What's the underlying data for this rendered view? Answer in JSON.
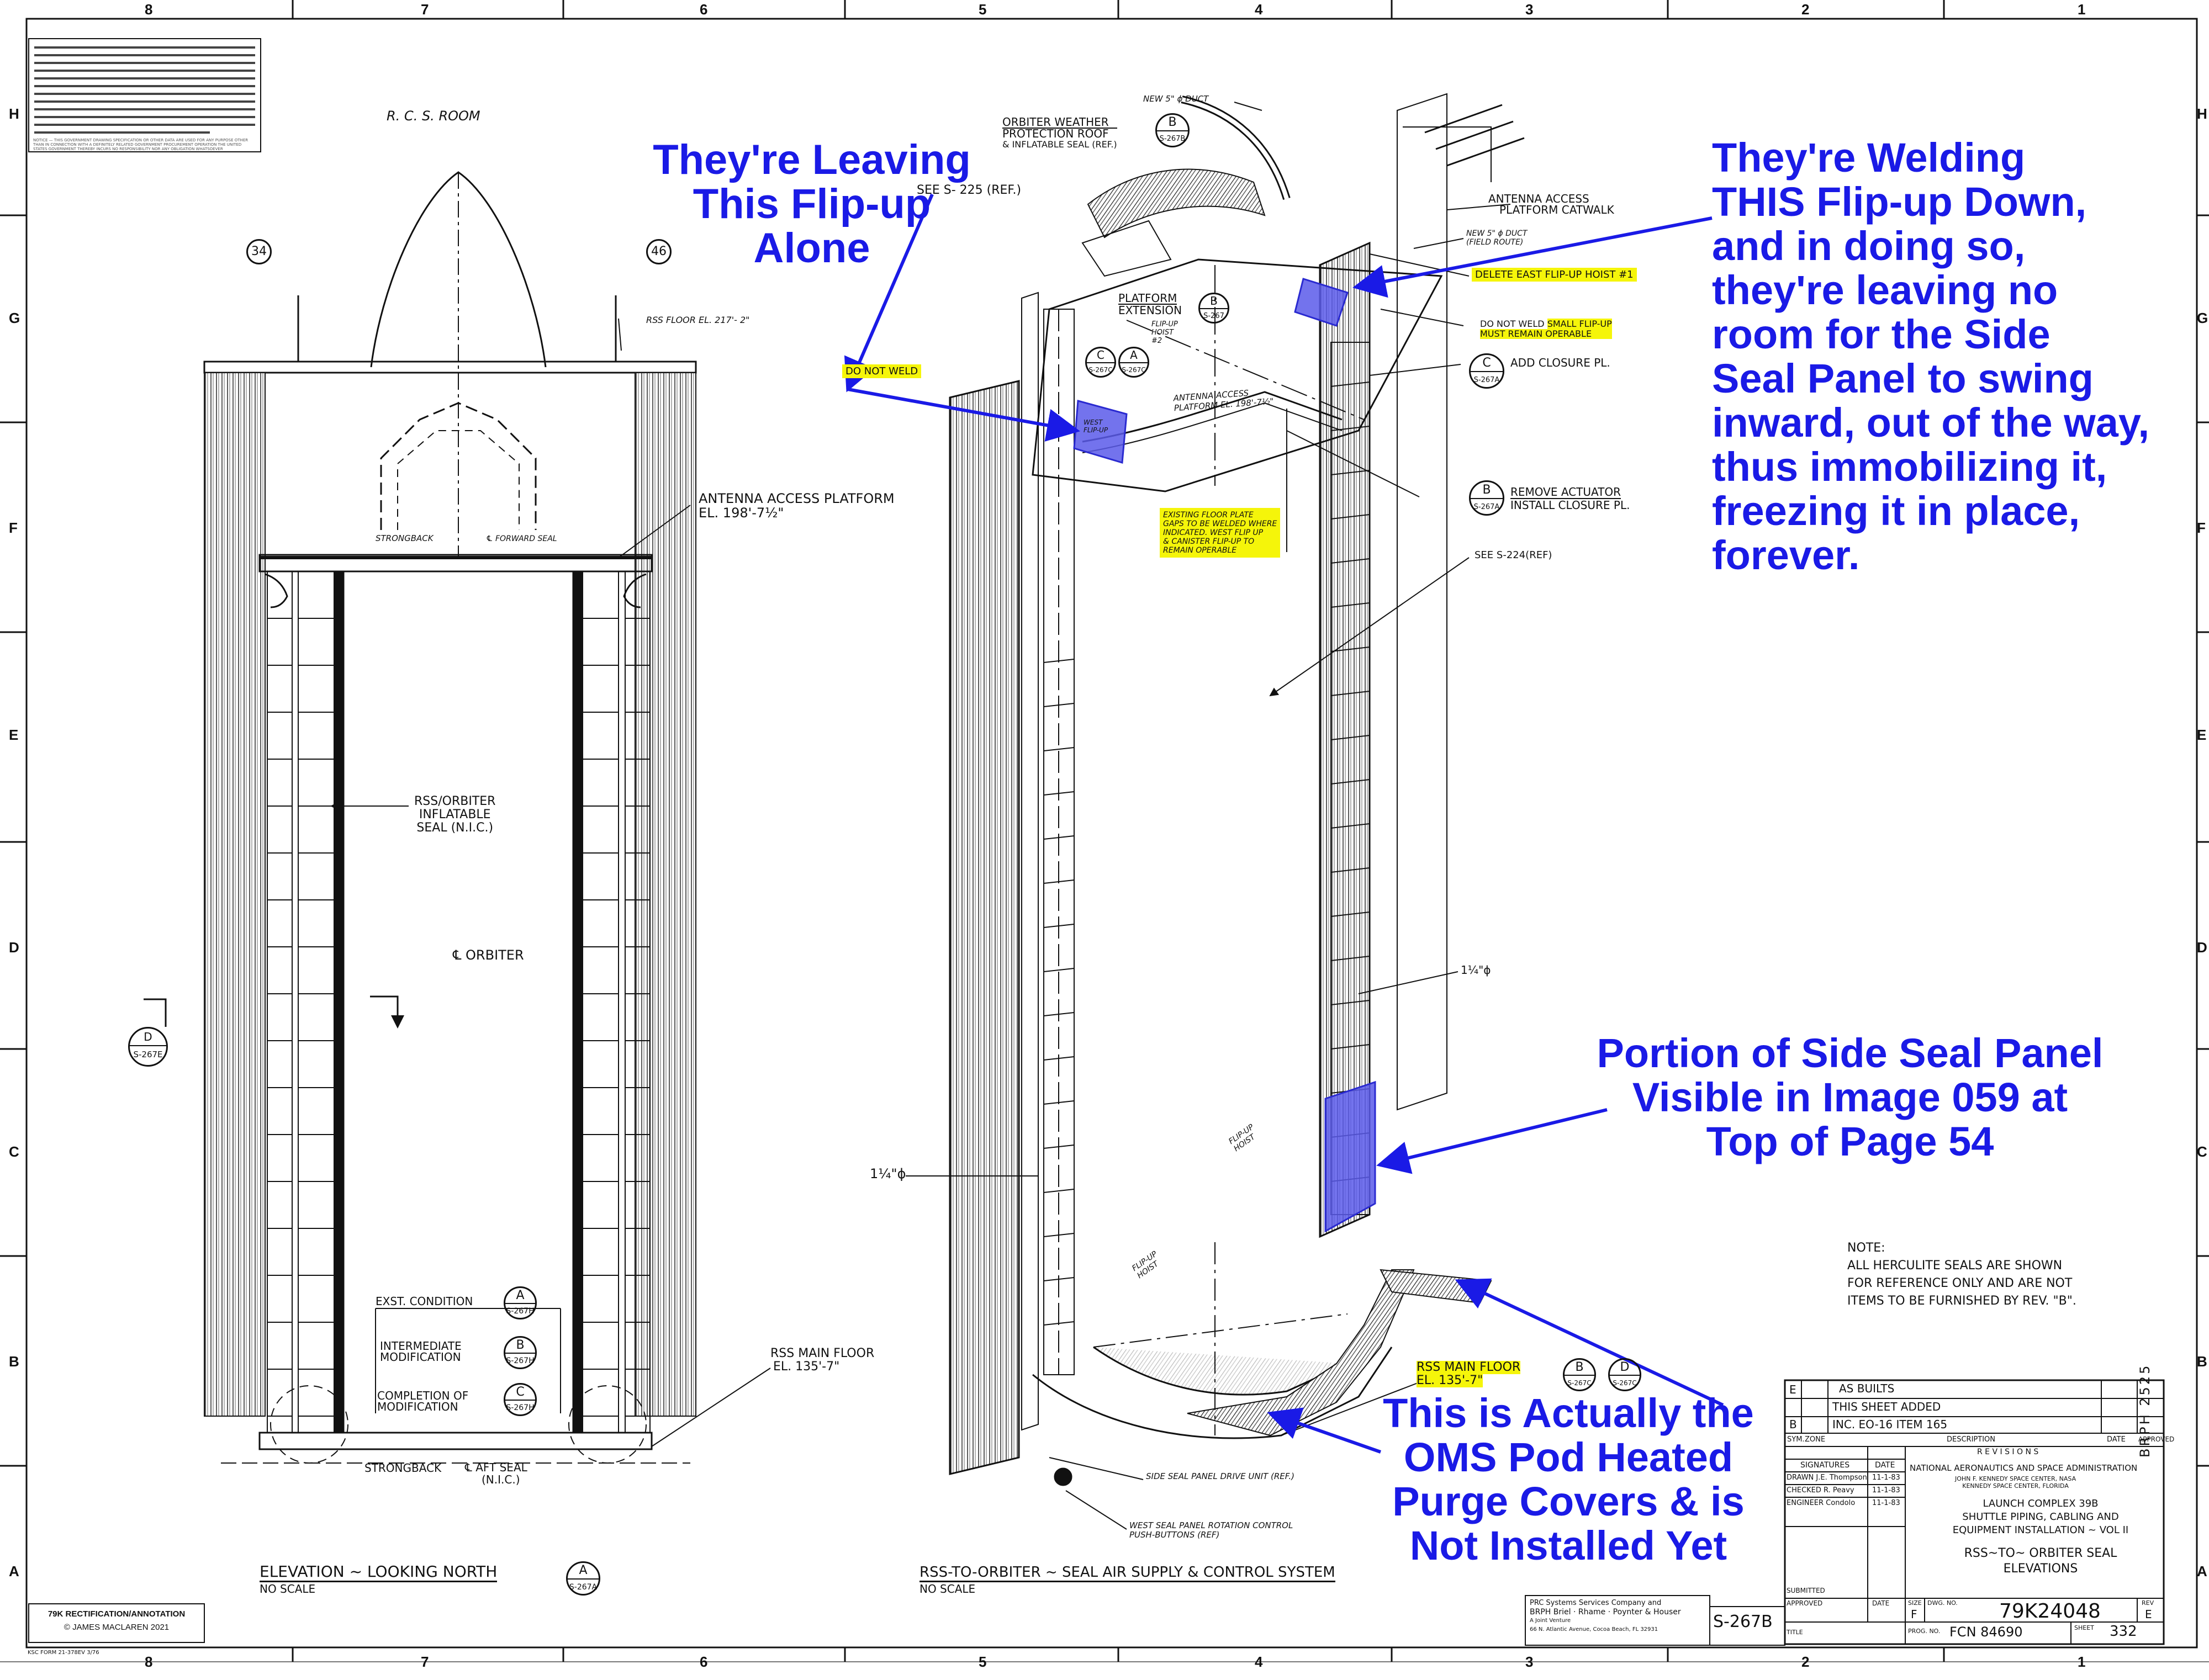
{
  "grid": {
    "columns": [
      "8",
      "7",
      "6",
      "5",
      "4",
      "3",
      "2",
      "1"
    ],
    "rows": [
      "H",
      "G",
      "F",
      "E",
      "D",
      "C",
      "B",
      "A"
    ]
  },
  "notice_text": "NOTICE — THIS GOVERNMENT DRAWING SPECIFICATION OR OTHER DATA ARE USED FOR ANY PURPOSE OTHER THAN IN CONNECTION WITH A DEFINITELY RELATED GOVERNMENT PROCUREMENT OPERATION THE UNITED STATES GOVERNMENT THEREBY INCURS NO RESPONSIBILITY NOR ANY OBLIGATION WHATSOEVER",
  "left_view": {
    "room_label": "R. C. S.  ROOM",
    "col_34": "34",
    "col_46": "46",
    "rss_floor": "RSS FLOOR EL. 217'- 2\"",
    "strongback_top": "STRONGBACK",
    "forward_seal": "℄ FORWARD SEAL",
    "antenna_platform_1": "ANTENNA  ACCESS  PLATFORM",
    "antenna_platform_2": "EL. 198'-7½\"",
    "inflatable_seal_1": "RSS/ORBITER",
    "inflatable_seal_2": "INFLATABLE",
    "inflatable_seal_3": "SEAL  (N.I.C.)",
    "orbiter_cl": "℄  ORBITER",
    "section_d_top": "D",
    "section_d_bottom": "S-267E",
    "exst_condition": "EXST. CONDITION",
    "intermediate_mod_1": "INTERMEDIATE",
    "intermediate_mod_2": "MODIFICATION",
    "completion_mod_1": "COMPLETION  OF",
    "completion_mod_2": "MODIFICATION",
    "bubble_a": "A",
    "bubble_b": "B",
    "bubble_c": "C",
    "sheet_h": "S-267H",
    "main_floor_1": "RSS  MAIN  FLOOR",
    "main_floor_2": "EL. 135'-7\"",
    "strongback_bottom": "STRONGBACK",
    "aft_seal_1": "℄  AFT  SEAL",
    "aft_seal_2": "(N.I.C.)",
    "title": "ELEVATION ~ LOOKING  NORTH",
    "scale": "NO SCALE",
    "title_bubble": "A",
    "title_sheet": "S-267A"
  },
  "right_view": {
    "new_duct_1": "NEW 5\" ϕ DUCT",
    "weather_roof_1": "ORBITER  WEATHER",
    "weather_roof_2": "PROTECTION  ROOF",
    "weather_roof_3": "& INFLATABLE SEAL (REF.)",
    "see_225": "SEE  S- 225 (REF.)",
    "antenna_catwalk_1": "ANTENNA  ACCESS",
    "antenna_catwalk_2": "PLATFORM  CATWALK",
    "new_duct_2a": "NEW 5\" ϕ DUCT",
    "new_duct_2b": "(FIELD ROUTE)",
    "delete_hoist": "DELETE  EAST  FLIP-UP  HOIST  #1",
    "do_not_weld_small_a": "DO NOT WELD",
    "do_not_weld_small_b": "SMALL  FLIP-UP",
    "do_not_weld_small_c": "MUST  REMAIN  OPERABLE",
    "platform_ext_1": "PLATFORM",
    "platform_ext_2": "EXTENSION",
    "flipup_hoist_2": "FLIP-UP HOIST #2",
    "do_not_weld": "DO NOT WELD",
    "west_flipup": "WEST FLIP-UP",
    "antenna_platform": "ANTENNA ACCESS PLATFORM EL. 198'-7½\"",
    "add_closure": "ADD  CLOSURE  PL.",
    "remove_actuator": "REMOVE  ACTUATOR",
    "install_closure": "INSTALL  CLOSURE  PL.",
    "existing_floor_1": "EXISTING FLOOR PLATE",
    "existing_floor_2": "GAPS TO BE WELDED WHERE",
    "existing_floor_3": "INDICATED. WEST FLIP UP",
    "existing_floor_4": "& CANISTER FLIP-UP TO",
    "existing_floor_5": "REMAIN OPERABLE",
    "see_224": "SEE  S-224(REF)",
    "quarter": "1¼\"ϕ",
    "one_quarter": "1¼\"ϕ",
    "flipup_hoist_a": "FLIP-UP HOIST",
    "flipup_hoist_b": "FLIP-UP HOIST",
    "main_floor_1": "RSS MAIN FLOOR",
    "main_floor_2": "EL. 135'-7\"",
    "side_seal_drive": "SIDE SEAL PANEL DRIVE UNIT (REF.)",
    "west_seal_control_1": "WEST SEAL PANEL ROTATION CONTROL",
    "west_seal_control_2": "PUSH-BUTTONS (REF)",
    "title": "RSS-TO-ORBITER ~ SEAL  AIR  SUPPLY & CONTROL  SYSTEM",
    "scale": "NO SCALE",
    "bubble_b": "B",
    "bubble_c": "C",
    "bubble_a": "A",
    "bubble_d": "D",
    "s267b": "S-267B",
    "s267c": "S-267C",
    "s267a": "S-267A",
    "s267": "S-267"
  },
  "note": {
    "l1": "NOTE:",
    "l2": "ALL  HERCULITE  SEALS  ARE  SHOWN",
    "l3": "FOR  REFERENCE  ONLY  AND  ARE  NOT",
    "l4": "ITEMS  TO  BE  FURNISHED  BY  REV.  \"B\"."
  },
  "annotations": {
    "leaving": [
      "They're Leaving",
      "This Flip-up",
      "Alone"
    ],
    "welding": [
      "They're Welding",
      "THIS Flip-up Down,",
      "and in doing so,",
      "they're leaving no",
      "room for the Side",
      "Seal Panel to swing",
      "inward, out of the way,",
      "thus immobilizing it,",
      "freezing it in place,",
      "forever."
    ],
    "portion": [
      "Portion of Side Seal Panel",
      "Visible in Image 059 at",
      "Top of Page 54"
    ],
    "oms": [
      "This is Actually the",
      "OMS Pod Heated",
      "Purge Covers & is",
      "Not Installed Yet"
    ]
  },
  "title_block": {
    "rev_e": "E",
    "as_builts": "AS  BUILTS",
    "this_sheet_added": "THIS  SHEET  ADDED",
    "rev_b": "B",
    "inc_item": "INC.  EO-16  ITEM  165",
    "sym": "SYM.",
    "zone": "ZONE",
    "description": "DESCRIPTION",
    "date": "DATE",
    "approved": "APPROVED",
    "revisions": "R E V I S I O N S",
    "signatures": "SIGNATURES",
    "date2": "DATE",
    "drawn": "DRAWN  J.E. Thompson",
    "drawn_date": "11-1-83",
    "checked": "CHECKED  R. Peavy",
    "checked_date": "11-1-83",
    "engineer": "ENGINEER  Condolo",
    "engineer_date": "11-1-83",
    "submitted": "SUBMITTED",
    "approved2": "APPROVED",
    "date3": "DATE",
    "agency": "NATIONAL AERONAUTICS AND SPACE ADMINISTRATION",
    "center_1": "JOHN F. KENNEDY SPACE CENTER, NASA",
    "center_2": "KENNEDY SPACE CENTER, FLORIDA",
    "project_1": "LAUNCH  COMPLEX  39B",
    "project_2": "SHUTTLE  PIPING, CABLING AND",
    "project_3": "EQUIPMENT  INSTALLATION ~ VOL II",
    "sheet_title_1": "RSS~TO~ ORBITER  SEAL",
    "sheet_title_2": "ELEVATIONS",
    "size_label": "SIZE",
    "size": "F",
    "dwg_label": "DWG. NO.",
    "dwg_no": "79K24048",
    "rev_label": "REV",
    "rev": "E",
    "prog_no": "PROG. NO.",
    "fcn": "FCN  84690",
    "sheet_label": "SHEET",
    "sheet": "332",
    "sheet_ref": "S-267B",
    "title_label": "TITLE",
    "prc_1": "PRC  Systems Services Company and",
    "prc_2": "BRPH  Briel · Rhame · Poynter & Houser",
    "prc_3": "A Joint Venture",
    "prc_4": "66 N. Atlantic Avenue, Cocoa Beach, FL 32931",
    "brph": "BRPH 2525"
  },
  "footer": {
    "credit_1": "79K RECTIFICATION/ANNOTATION",
    "credit_2": "© JAMES MACLAREN 2021",
    "form": "KSC FORM 21-378EV  3/76"
  }
}
